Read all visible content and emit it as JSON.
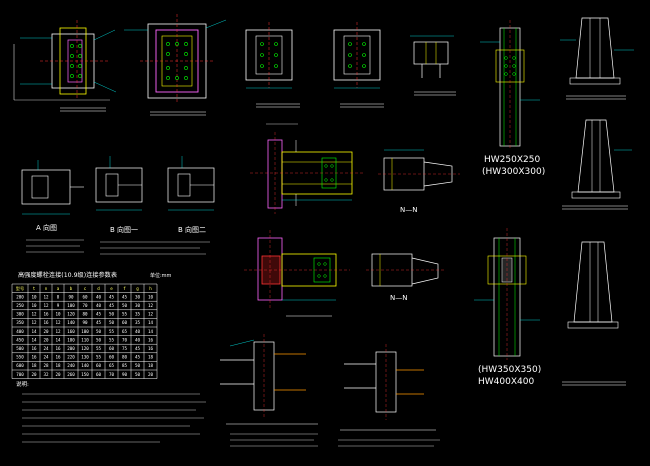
{
  "section_labels": {
    "a_view": "A 向图",
    "b_view_1": "B 向图一",
    "b_view_2": "B 向图二",
    "nn_1": "N—N",
    "nn_2": "N—N",
    "section_hw250": "HW250X250",
    "section_hw300": "(HW300X300)",
    "section_hw350": "(HW350X350)",
    "section_hw400": "HW400X400"
  },
  "table": {
    "title": "高强度螺栓连接(10.9级)连接参数表",
    "unit": "单位:mm",
    "header": [
      "型号",
      "t",
      "n",
      "a",
      "b",
      "c",
      "d",
      "e",
      "f",
      "g",
      "h"
    ],
    "rows": [
      [
        "200",
        "10",
        "12",
        "8",
        "90",
        "60",
        "40",
        "45",
        "45",
        "30",
        "10"
      ],
      [
        "250",
        "10",
        "12",
        "9",
        "100",
        "70",
        "40",
        "45",
        "50",
        "30",
        "12"
      ],
      [
        "300",
        "12",
        "16",
        "10",
        "120",
        "80",
        "45",
        "50",
        "55",
        "35",
        "12"
      ],
      [
        "350",
        "12",
        "16",
        "12",
        "140",
        "90",
        "45",
        "50",
        "60",
        "35",
        "14"
      ],
      [
        "400",
        "14",
        "20",
        "12",
        "160",
        "100",
        "50",
        "55",
        "65",
        "40",
        "14"
      ],
      [
        "450",
        "14",
        "20",
        "14",
        "180",
        "110",
        "50",
        "55",
        "70",
        "40",
        "16"
      ],
      [
        "500",
        "16",
        "24",
        "16",
        "200",
        "120",
        "55",
        "60",
        "75",
        "45",
        "16"
      ],
      [
        "550",
        "16",
        "24",
        "16",
        "220",
        "130",
        "55",
        "60",
        "80",
        "45",
        "18"
      ],
      [
        "600",
        "18",
        "28",
        "18",
        "240",
        "140",
        "60",
        "65",
        "85",
        "50",
        "18"
      ],
      [
        "700",
        "20",
        "32",
        "20",
        "260",
        "150",
        "60",
        "70",
        "90",
        "50",
        "20"
      ]
    ]
  },
  "notes": {
    "heading": "说明:"
  }
}
